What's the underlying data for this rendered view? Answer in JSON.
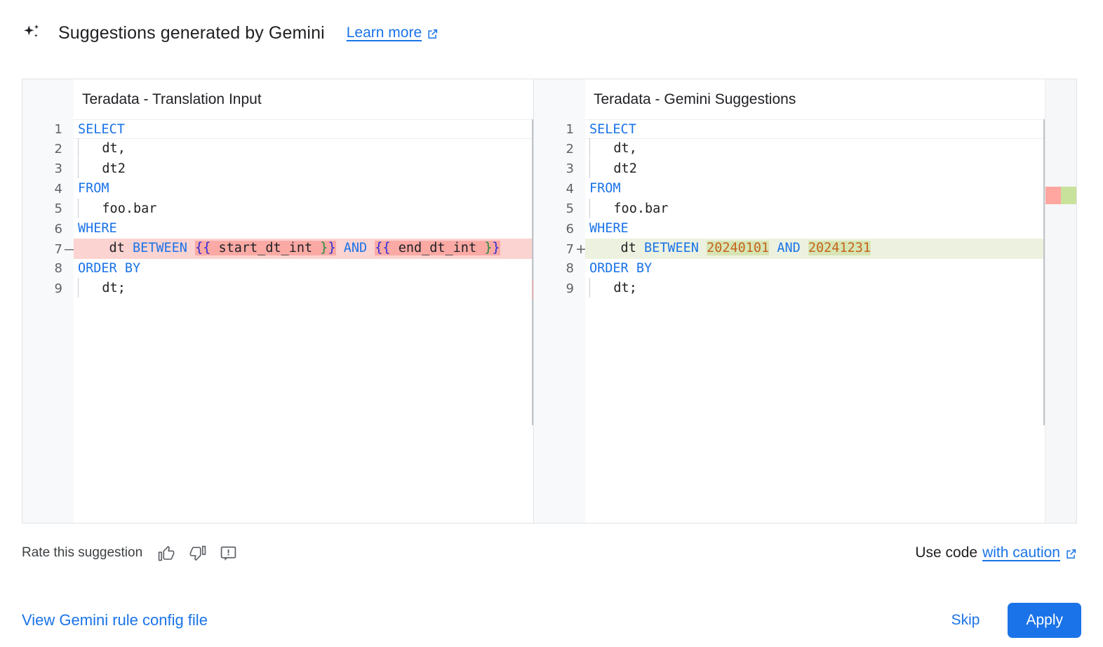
{
  "header": {
    "icon": "gemini-sparkle-icon",
    "title": "Suggestions generated by Gemini",
    "learn_more_label": "Learn more",
    "learn_more_icon": "external-link-icon"
  },
  "diff": {
    "left_pane": {
      "title": "Teradata - Translation Input",
      "lines": [
        {
          "n": "1",
          "sign": "",
          "state": "current",
          "indent": false,
          "tokens": [
            {
              "t": "SELECT",
              "c": "kw"
            }
          ]
        },
        {
          "n": "2",
          "sign": "",
          "state": "",
          "indent": true,
          "tokens": [
            {
              "t": "   dt,",
              "c": "plain"
            }
          ]
        },
        {
          "n": "3",
          "sign": "",
          "state": "",
          "indent": true,
          "tokens": [
            {
              "t": "   dt2",
              "c": "plain"
            }
          ]
        },
        {
          "n": "4",
          "sign": "",
          "state": "",
          "indent": false,
          "tokens": [
            {
              "t": "FROM",
              "c": "kw"
            }
          ]
        },
        {
          "n": "5",
          "sign": "",
          "state": "",
          "indent": true,
          "tokens": [
            {
              "t": "   foo.bar",
              "c": "plain"
            }
          ]
        },
        {
          "n": "6",
          "sign": "",
          "state": "",
          "indent": false,
          "tokens": [
            {
              "t": "WHERE",
              "c": "kw"
            }
          ]
        },
        {
          "n": "7",
          "sign": "—",
          "state": "del",
          "indent": false,
          "tokens": [
            {
              "t": "    dt ",
              "c": "plain"
            },
            {
              "t": "BETWEEN",
              "c": "kw"
            },
            {
              "t": " ",
              "c": "plain"
            },
            {
              "t": "{{",
              "c": "brace-b",
              "hl": "del"
            },
            {
              "t": " ",
              "c": "brace-g",
              "hl": "del"
            },
            {
              "t": "start_dt_int",
              "c": "plain",
              "hl": "del"
            },
            {
              "t": " ",
              "c": "plain",
              "hl": "del"
            },
            {
              "t": "}",
              "c": "brace-g",
              "hl": "del"
            },
            {
              "t": "}",
              "c": "brace-b",
              "hl": "del"
            },
            {
              "t": " ",
              "c": "plain"
            },
            {
              "t": "AND",
              "c": "kw"
            },
            {
              "t": " ",
              "c": "plain"
            },
            {
              "t": "{{",
              "c": "brace-b",
              "hl": "del"
            },
            {
              "t": " ",
              "c": "brace-g",
              "hl": "del"
            },
            {
              "t": "end_dt_int",
              "c": "plain",
              "hl": "del"
            },
            {
              "t": " ",
              "c": "plain",
              "hl": "del"
            },
            {
              "t": "}",
              "c": "brace-g",
              "hl": "del"
            },
            {
              "t": "}",
              "c": "brace-b",
              "hl": "del"
            }
          ]
        },
        {
          "n": "8",
          "sign": "",
          "state": "",
          "indent": false,
          "tokens": [
            {
              "t": "ORDER BY",
              "c": "kw"
            }
          ]
        },
        {
          "n": "9",
          "sign": "",
          "state": "",
          "indent": true,
          "tokens": [
            {
              "t": "   dt;",
              "c": "plain"
            }
          ]
        }
      ]
    },
    "right_pane": {
      "title": "Teradata - Gemini Suggestions",
      "lines": [
        {
          "n": "1",
          "sign": "",
          "state": "current",
          "indent": false,
          "tokens": [
            {
              "t": "SELECT",
              "c": "kw"
            }
          ]
        },
        {
          "n": "2",
          "sign": "",
          "state": "",
          "indent": true,
          "tokens": [
            {
              "t": "   dt,",
              "c": "plain"
            }
          ]
        },
        {
          "n": "3",
          "sign": "",
          "state": "",
          "indent": true,
          "tokens": [
            {
              "t": "   dt2",
              "c": "plain"
            }
          ]
        },
        {
          "n": "4",
          "sign": "",
          "state": "",
          "indent": false,
          "tokens": [
            {
              "t": "FROM",
              "c": "kw"
            }
          ]
        },
        {
          "n": "5",
          "sign": "",
          "state": "",
          "indent": true,
          "tokens": [
            {
              "t": "   foo.bar",
              "c": "plain"
            }
          ]
        },
        {
          "n": "6",
          "sign": "",
          "state": "",
          "indent": false,
          "tokens": [
            {
              "t": "WHERE",
              "c": "kw"
            }
          ]
        },
        {
          "n": "7",
          "sign": "+",
          "state": "add",
          "indent": false,
          "tokens": [
            {
              "t": "    dt ",
              "c": "plain"
            },
            {
              "t": "BETWEEN",
              "c": "kw"
            },
            {
              "t": " ",
              "c": "plain"
            },
            {
              "t": "20240101",
              "c": "num-lit",
              "hl": "add"
            },
            {
              "t": " ",
              "c": "plain"
            },
            {
              "t": "AND",
              "c": "kw"
            },
            {
              "t": " ",
              "c": "plain"
            },
            {
              "t": "20241231",
              "c": "num-lit",
              "hl": "add"
            }
          ]
        },
        {
          "n": "8",
          "sign": "",
          "state": "",
          "indent": false,
          "tokens": [
            {
              "t": "ORDER BY",
              "c": "kw"
            }
          ]
        },
        {
          "n": "9",
          "sign": "",
          "state": "",
          "indent": true,
          "tokens": [
            {
              "t": "   dt;",
              "c": "plain"
            }
          ]
        }
      ]
    },
    "overview_ruler": {
      "deleted_marker_color": "#ffa6a0",
      "added_marker_color": "#c8e29b"
    }
  },
  "feedback": {
    "label": "Rate this suggestion",
    "thumb_up_icon": "thumb-up-icon",
    "thumb_down_icon": "thumb-down-icon",
    "report_icon": "report-feedback-icon"
  },
  "caution": {
    "prefix": "Use code",
    "link_label": "with caution",
    "icon": "external-link-icon"
  },
  "bottom": {
    "config_link_label": "View Gemini rule config file",
    "skip_label": "Skip",
    "apply_label": "Apply"
  },
  "colors": {
    "accent_blue": "#1a73e8",
    "diff_delete_line": "#fbd3d1",
    "diff_delete_token": "#fba9a4",
    "diff_add_line": "#edf2e0",
    "diff_add_token": "#d7e5b5",
    "keyword_blue": "#1a73e8",
    "number_orange": "#c5631b"
  }
}
